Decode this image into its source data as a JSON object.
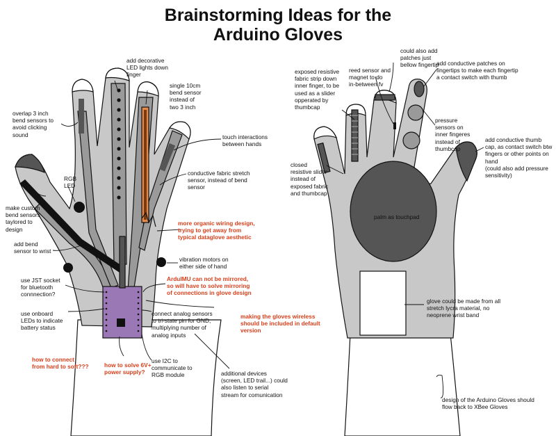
{
  "title": {
    "line1": "Brainstorming Ideas for the",
    "line2": "Arduino Gloves"
  },
  "colors": {
    "glove": "#c8c8c8",
    "strip": "#9a9a9a",
    "sensor": "#555555",
    "dark": "#111111",
    "board": "#9a78b5",
    "red_note": "#d9401c"
  },
  "left_glove": {
    "notes": {
      "decorative_leds": "add decorative\nLED lights down\nfinger",
      "single_bend": "single 10cm\nbend sensor\ninstead of\ntwo 3 inch",
      "overlap": "overlap 3 inch\nbend sensors to\navoid clicking\nsound",
      "rgb_led": "RGB\nLED",
      "custom_bend": "make custom\nbend sensors\ntaylored to\ndesign",
      "bend_wrist": "add bend\nsensor to wrist",
      "touch": "touch interactions\nbetween hands",
      "conductive_fabric": "conductive fabric stretch\nsensor, instead of bend\nsensor",
      "organic_wiring": "more organic wiring design,\ntrying to get away from\ntypical dataglove  aesthetic",
      "vibration": "vibration motors on\neither side of hand",
      "jst": "use JST socket\nfor bluetooth\nconnnection?",
      "ardulmu": "ArdulMU can not be mirrored,\nso will have to solve mirroring\nof connections in glove design",
      "onboard_leds": "use onboard\nLEDs to indicate\nbattery status",
      "analog": "connect analog sensors\nto tri-state pin for GND,\nmultiplying number of\nanalog inputs",
      "wireless": "making the gloves wireless\nshould be included in default\nversion",
      "hard_soft": "how to connect\nfrom hard to soft???",
      "power": "how to solve 6V+\npower supply?",
      "i2c": "use I2C to\ncommunicate to\nRGB module",
      "devices": "additional devices\n(screen, LED trail...) could\nalso listen to serial\nstream for comunication"
    }
  },
  "right_glove": {
    "palm_label": "palm as touchpad",
    "notes": {
      "patches_below": "could also add\npatches just\nbellow fingertip",
      "reed": "reed sensor and\nmagnet to do\nin-between fv",
      "resistive_strip": "exposed resistive\nfabric strip down\ninner finger,  to be\nused as a slider\nopperated by\nthumbcap",
      "fingertips": "add conductive patches on\nfingertips to make each fingertip\na contact switch with thumb",
      "pressure": "pressure\nsensors on\ninner fingeres\ninstead of\nthumbcap",
      "thumb_cap": "add conductive thumb\ncap, as contact switch btw\nfingers or other points on\nhand\n(could also add pressure\nsensitivity)",
      "closed_slider": "closed\nresistive slider\ninstead of\nexposed fabric\nand thumbcap",
      "lycra": "glove could be made from all\nstretch lycra material, no\nneoprene wrist band",
      "xbee": "design of the Arduino Gloves should\nflow back to XBee Gloves"
    }
  }
}
